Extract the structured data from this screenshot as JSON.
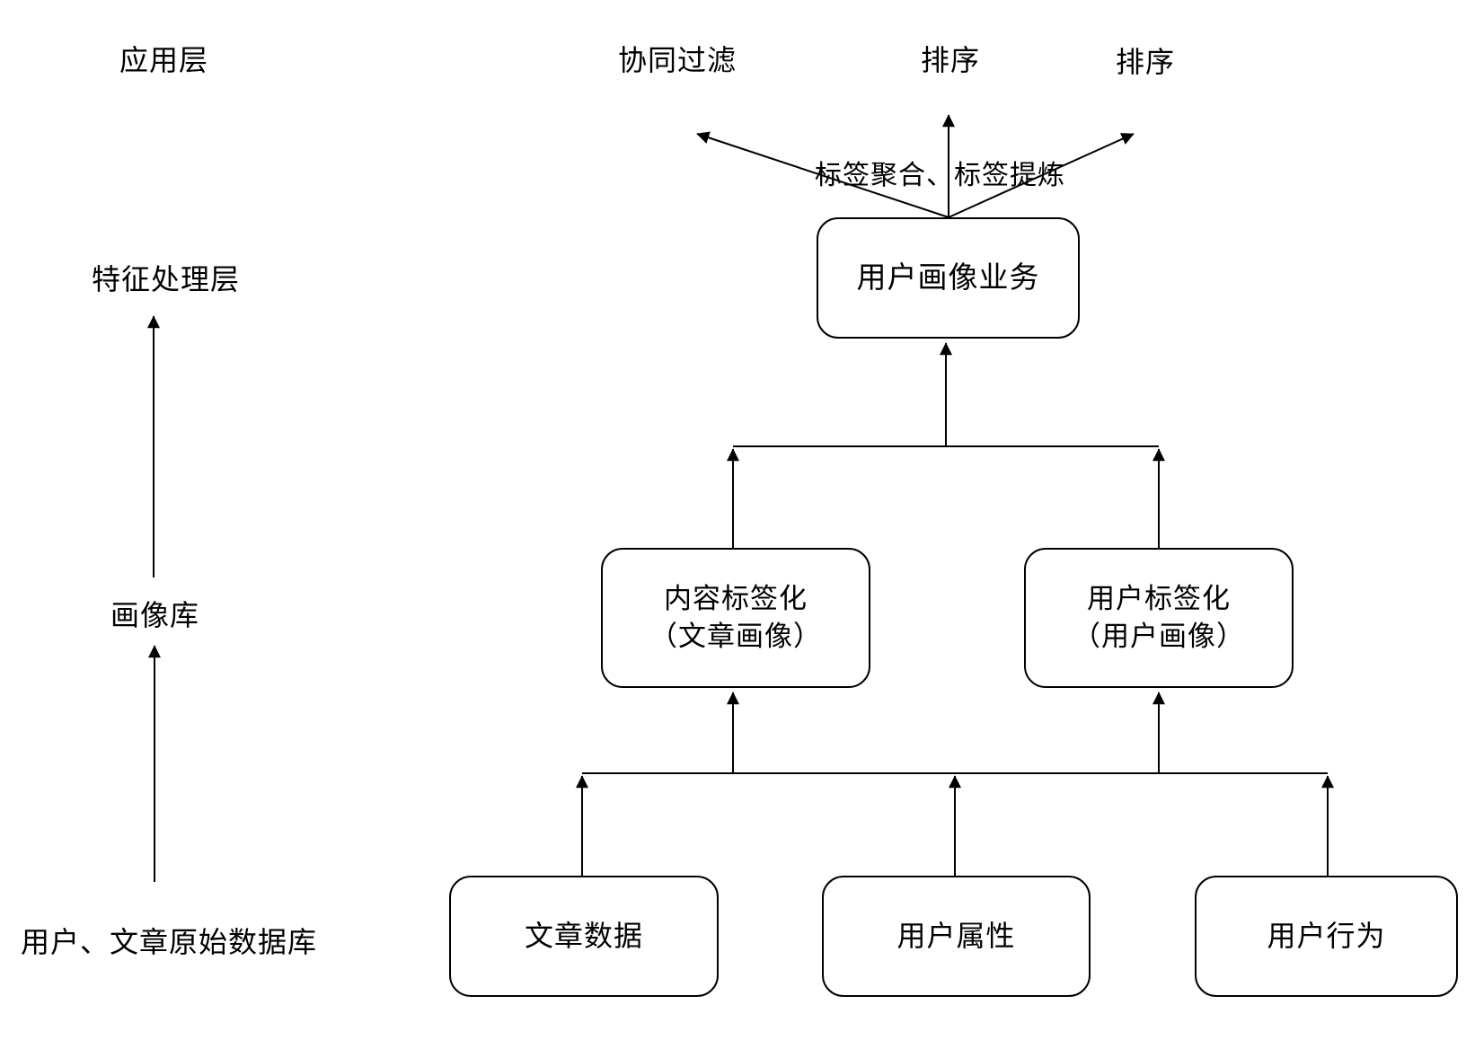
{
  "diagram": {
    "title_hint": "user-profile recommendation architecture",
    "colors": {
      "stroke": "#000000",
      "background": "#ffffff",
      "text": "#000000"
    },
    "layer_labels": [
      {
        "label": "应用层"
      },
      {
        "label": "特征处理层"
      },
      {
        "label": "画像库"
      },
      {
        "label": "用户、文章原始数据库"
      }
    ],
    "top_labels": [
      {
        "label": "协同过滤"
      },
      {
        "label": "排序"
      },
      {
        "label": "排序"
      }
    ],
    "arrow_annotation": "标签聚合、标签提炼",
    "nodes": {
      "user_profile_service": "用户画像业务",
      "content_tagging_line1": "内容标签化",
      "content_tagging_line2": "（文章画像）",
      "user_tagging_line1": "用户标签化",
      "user_tagging_line2": "（用户画像）",
      "article_data": "文章数据",
      "user_attributes": "用户属性",
      "user_behavior": "用户行为"
    }
  }
}
